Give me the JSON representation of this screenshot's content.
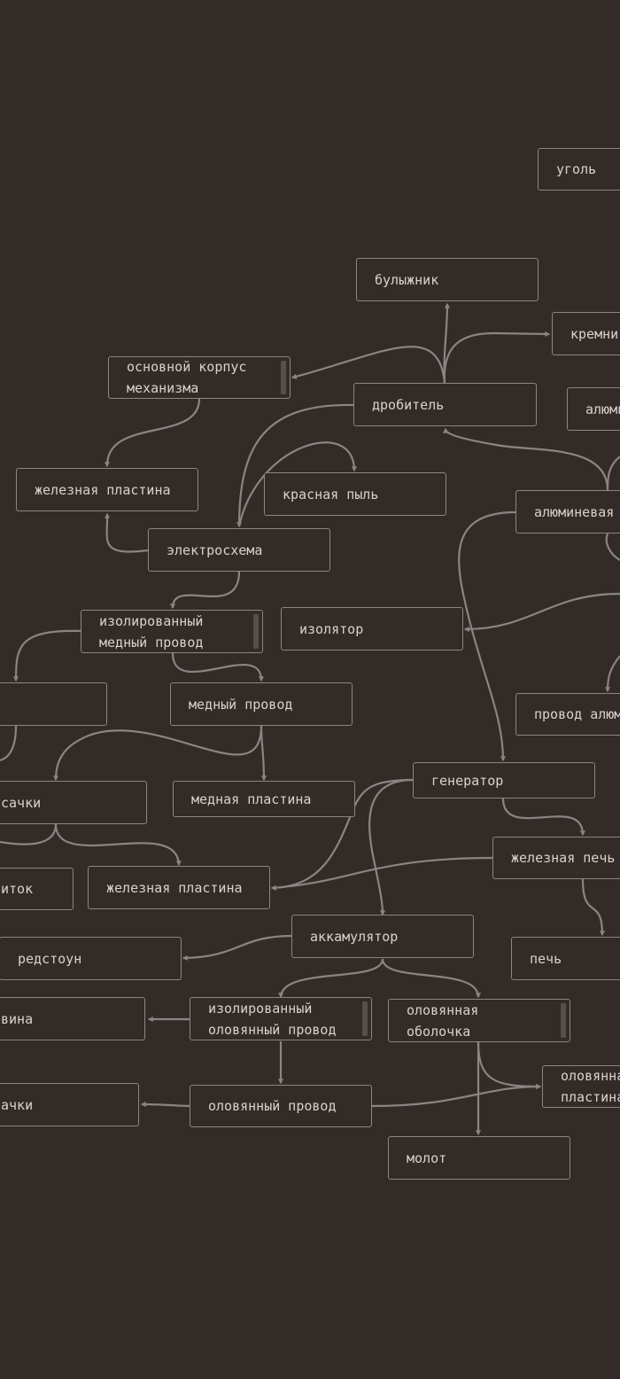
{
  "nodes": {
    "coal": "уголь",
    "cobblestone": "булыжник",
    "silicon": "кремни",
    "machine_frame": "основной корпус\nмеханизма",
    "crusher": "дробитель",
    "aluminum_top": "алюми",
    "iron_plate_left": "железная пластина",
    "redstone_dust": "красная пыль",
    "aluminum_mid": "алюминевая",
    "circuit": "электросхема",
    "insulated_copper_wire": "изолированный\nмедный провод",
    "insulator": "изолятор",
    "copper_wire": "медный провод",
    "aluminum_wire": "провод алюм",
    "generator": "генератор",
    "pump_clipped": "сачки",
    "copper_plate": "медная пластина",
    "iron_furnace": "железная печь",
    "flow_clipped": "иток",
    "iron_plate_center": "железная пластина",
    "battery": "аккамулятор",
    "redstone": "редстоун",
    "furnace": "печь",
    "clipped_wina": "вина",
    "insulated_tin_wire": "изолированный\nоловянный провод",
    "tin_casing": "оловянная\nоболочка",
    "tin_plate": "оловянна\nпластина",
    "clipped_chki": "ачки",
    "tin_wire": "оловянный провод",
    "hammer": "молот"
  },
  "colors": {
    "background": "#332b28",
    "node_border": "#8c8582",
    "node_text": "#d9d2cc",
    "edge": "#8a8582"
  }
}
